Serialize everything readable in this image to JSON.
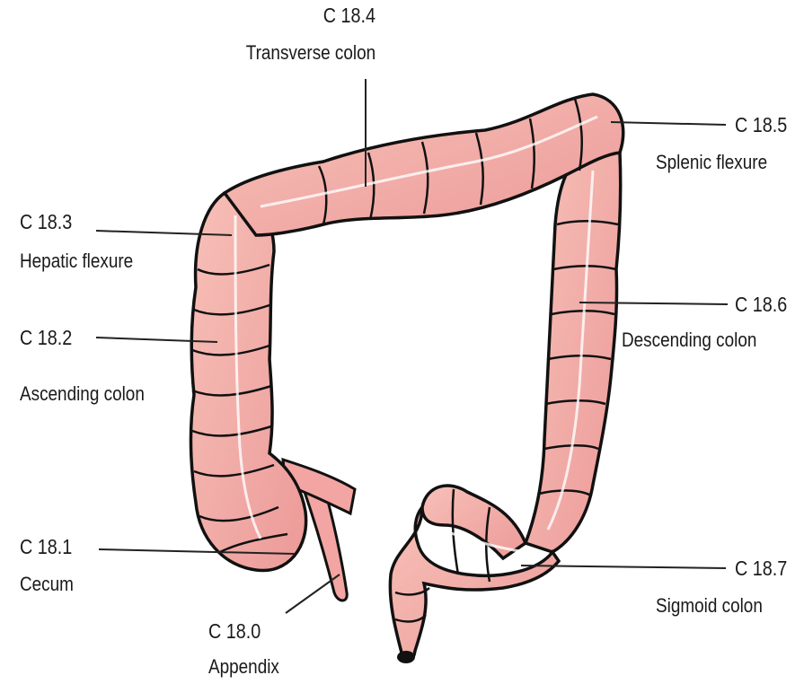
{
  "labels": {
    "c184": {
      "code": "C 18.4",
      "name": "Transverse colon"
    },
    "c185": {
      "code": "C 18.5",
      "name": "Splenic flexure"
    },
    "c183": {
      "code": "C 18.3",
      "name": "Hepatic flexure"
    },
    "c186": {
      "code": "C 18.6",
      "name": "Descending colon"
    },
    "c182": {
      "code": "C 18.2",
      "name": "Ascending colon"
    },
    "c181": {
      "code": "C 18.1",
      "name": "Cecum"
    },
    "c187": {
      "code": "C 18.7",
      "name": "Sigmoid colon"
    },
    "c180": {
      "code": "C 18.0",
      "name": "Appendix"
    }
  },
  "colors": {
    "tissue": "#f2a5a2",
    "tissue_light": "#f9cfc6",
    "outline": "#111111",
    "leader": "#222222"
  }
}
